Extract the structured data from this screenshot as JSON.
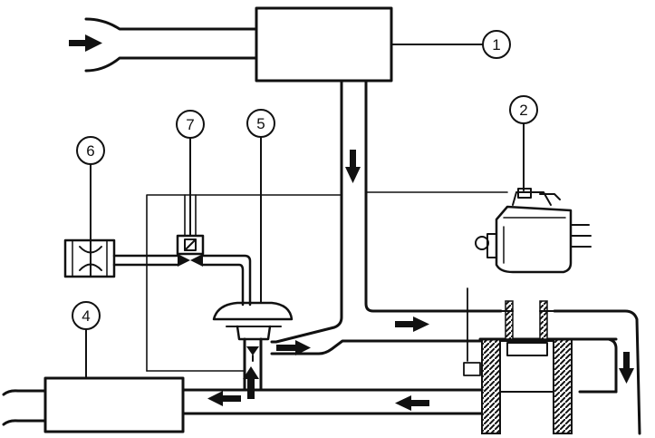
{
  "callouts": [
    {
      "id": "c1",
      "label": "1"
    },
    {
      "id": "c2",
      "label": "2"
    },
    {
      "id": "c4",
      "label": "4"
    },
    {
      "id": "c5",
      "label": "5"
    },
    {
      "id": "c6",
      "label": "6"
    },
    {
      "id": "c7",
      "label": "7"
    }
  ],
  "colors": {
    "line": "#111111",
    "background": "#ffffff"
  }
}
